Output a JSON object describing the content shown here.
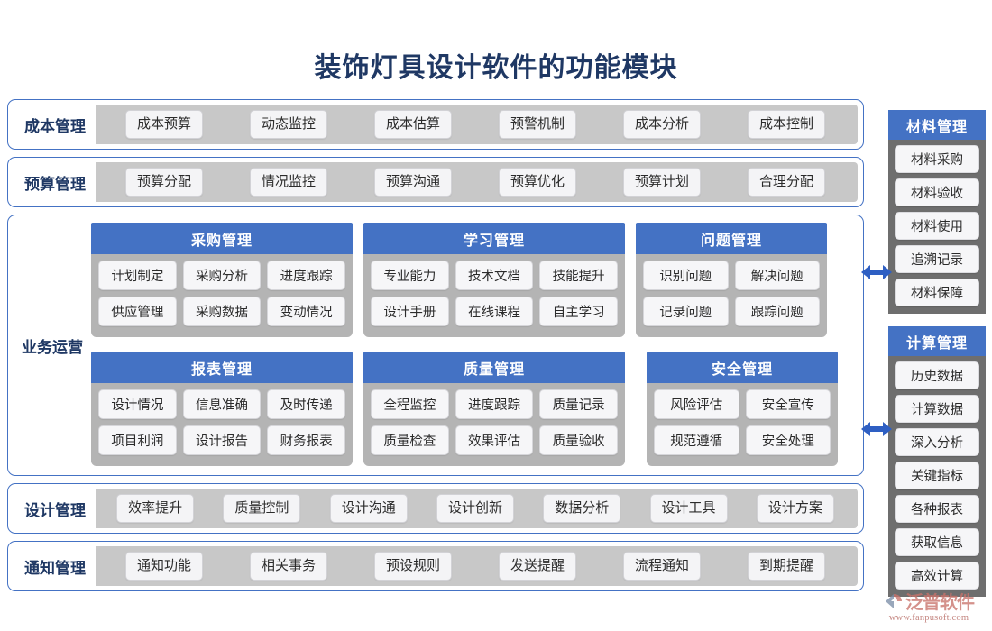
{
  "title": "装饰灯具设计软件的功能模块",
  "colors": {
    "title": "#1f3864",
    "accent_blue": "#4472c4",
    "panel_gray": "#b4b4b4",
    "band_gray": "#c8c8c8",
    "sidebar_gray": "#6e6e6e",
    "pill_bg": "#f4f4f6"
  },
  "rows": [
    {
      "label": "成本管理",
      "items": [
        "成本预算",
        "动态监控",
        "成本估算",
        "预警机制",
        "成本分析",
        "成本控制"
      ]
    },
    {
      "label": "预算管理",
      "items": [
        "预算分配",
        "情况监控",
        "预算沟通",
        "预算优化",
        "预算计划",
        "合理分配"
      ]
    }
  ],
  "operations": {
    "label": "业务运营",
    "panels_top": [
      {
        "title": "采购管理",
        "lines": [
          [
            "计划制定",
            "采购分析",
            "进度跟踪"
          ],
          [
            "供应管理",
            "采购数据",
            "变动情况"
          ]
        ]
      },
      {
        "title": "学习管理",
        "lines": [
          [
            "专业能力",
            "技术文档",
            "技能提升"
          ],
          [
            "设计手册",
            "在线课程",
            "自主学习"
          ]
        ]
      },
      {
        "title": "问题管理",
        "lines": [
          [
            "识别问题",
            "解决问题"
          ],
          [
            "记录问题",
            "跟踪问题"
          ]
        ]
      }
    ],
    "panels_bottom": [
      {
        "title": "报表管理",
        "lines": [
          [
            "设计情况",
            "信息准确",
            "及时传递"
          ],
          [
            "项目利润",
            "设计报告",
            "财务报表"
          ]
        ]
      },
      {
        "title": "质量管理",
        "lines": [
          [
            "全程监控",
            "进度跟踪",
            "质量记录"
          ],
          [
            "质量检查",
            "效果评估",
            "质量验收"
          ]
        ]
      },
      {
        "title": "安全管理",
        "lines": [
          [
            "风险评估",
            "安全宣传"
          ],
          [
            "规范遵循",
            "安全处理"
          ]
        ]
      }
    ]
  },
  "rows_bottom": [
    {
      "label": "设计管理",
      "items": [
        "效率提升",
        "质量控制",
        "设计沟通",
        "设计创新",
        "数据分析",
        "设计工具",
        "设计方案"
      ]
    },
    {
      "label": "通知管理",
      "items": [
        "通知功能",
        "相关事务",
        "预设规则",
        "发送提醒",
        "流程通知",
        "到期提醒"
      ]
    }
  ],
  "sidebar": [
    {
      "title": "材料管理",
      "items": [
        "材料采购",
        "材料验收",
        "材料使用",
        "追溯记录",
        "材料保障"
      ]
    },
    {
      "title": "计算管理",
      "items": [
        "历史数据",
        "计算数据",
        "深入分析",
        "关键指标",
        "各种报表",
        "获取信息",
        "高效计算"
      ]
    }
  ],
  "logo": {
    "name": "泛普软件",
    "url": "www.fanpusoft.com"
  }
}
